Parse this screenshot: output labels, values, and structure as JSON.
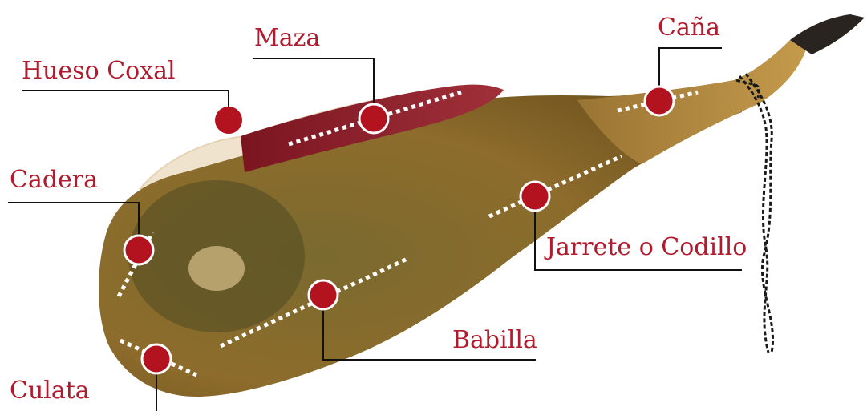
{
  "colors": {
    "label": "#b01b2e",
    "marker": "#b3121f",
    "marker_stroke": "#ffffff",
    "leader": "#111111",
    "ham_dark": "#5e4c1e",
    "ham_mid": "#8a6a2a",
    "ham_light": "#b8903f",
    "meat": "#8c1e2a",
    "fat": "#f1e6d2",
    "hoof": "#2a2420",
    "rope": "#1a1a1a"
  },
  "labels": {
    "maza": "Maza",
    "cana": "Caña",
    "hueso_coxal": "Hueso Coxal",
    "cadera": "Cadera",
    "jarrete": "Jarrete o Codillo",
    "babilla": "Babilla",
    "culata": "Culata"
  },
  "icons": {
    "rope": "twisted-rope-icon",
    "hoof": "hoof-icon"
  }
}
